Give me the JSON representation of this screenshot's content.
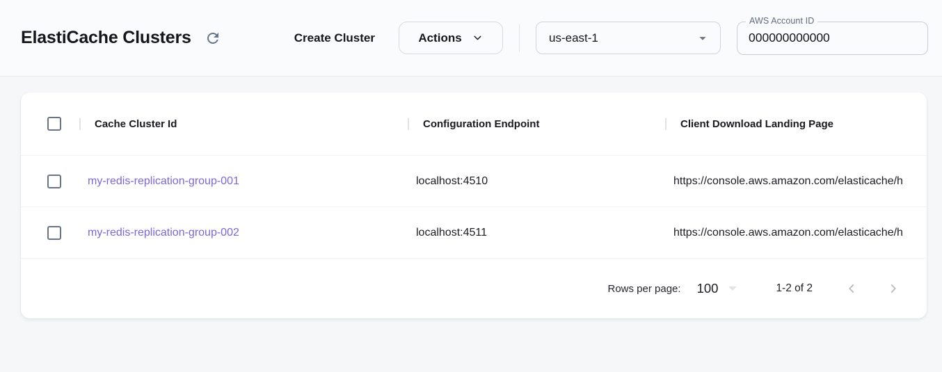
{
  "header": {
    "title": "ElastiCache Clusters",
    "create_cluster_label": "Create Cluster",
    "actions_label": "Actions",
    "region_selected": "us-east-1",
    "account_field": {
      "label": "AWS Account ID",
      "value": "000000000000"
    }
  },
  "table": {
    "columns": [
      "Cache Cluster Id",
      "Configuration Endpoint",
      "Client Download Landing Page"
    ],
    "rows": [
      {
        "cache_cluster_id": "my-redis-replication-group-001",
        "configuration_endpoint": "localhost:4510",
        "client_download_landing_page": "https://console.aws.amazon.com/elasticache/h"
      },
      {
        "cache_cluster_id": "my-redis-replication-group-002",
        "configuration_endpoint": "localhost:4511",
        "client_download_landing_page": "https://console.aws.amazon.com/elasticache/h"
      }
    ],
    "pagination": {
      "rows_per_page_label": "Rows per page:",
      "rows_per_page_value": "100",
      "range_label": "1-2 of 2"
    }
  },
  "colors": {
    "link": "#7c66d9",
    "icon_gray": "#64748b",
    "checkbox_border": "#697586",
    "card_background": "#ffffff",
    "page_background": "#f6f7f9"
  }
}
